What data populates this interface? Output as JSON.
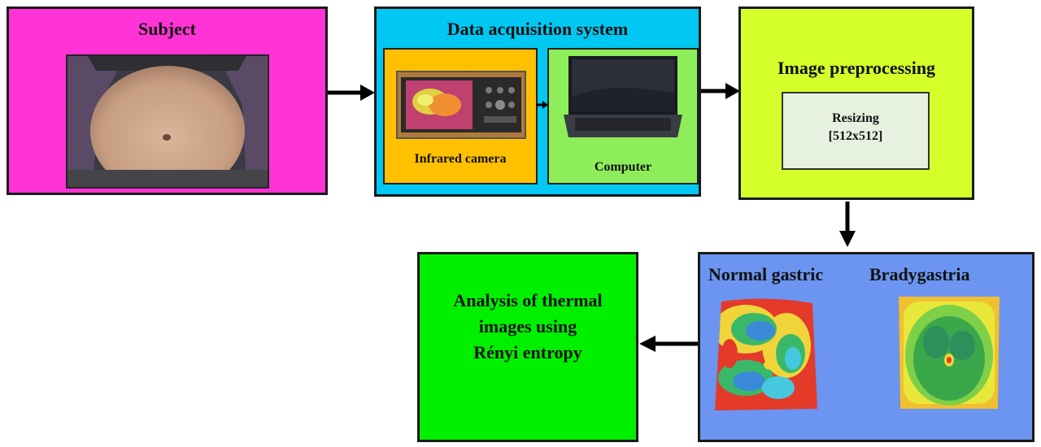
{
  "colors": {
    "subject_bg": "#ff33d6",
    "daq_bg": "#00c8f2",
    "camera_bg": "#ffc000",
    "computer_bg": "#8dee5a",
    "preproc_bg": "#d4ff2a",
    "resize_bg": "#e6f2df",
    "thermal_bg": "#6b95f0",
    "analysis_bg": "#00f000"
  },
  "subject": {
    "title": "Subject"
  },
  "daq": {
    "title": "Data acquisition system",
    "camera_label": "Infrared camera",
    "computer_label": "Computer"
  },
  "preprocessing": {
    "title": "Image preprocessing",
    "resize_line1": "Resizing",
    "resize_line2": "[512x512]"
  },
  "thermal": {
    "normal_label": "Normal gastric",
    "brady_label": "Bradygastria"
  },
  "analysis": {
    "line1": "Analysis of thermal",
    "line2": "images using",
    "line3": "Rényi entropy"
  }
}
